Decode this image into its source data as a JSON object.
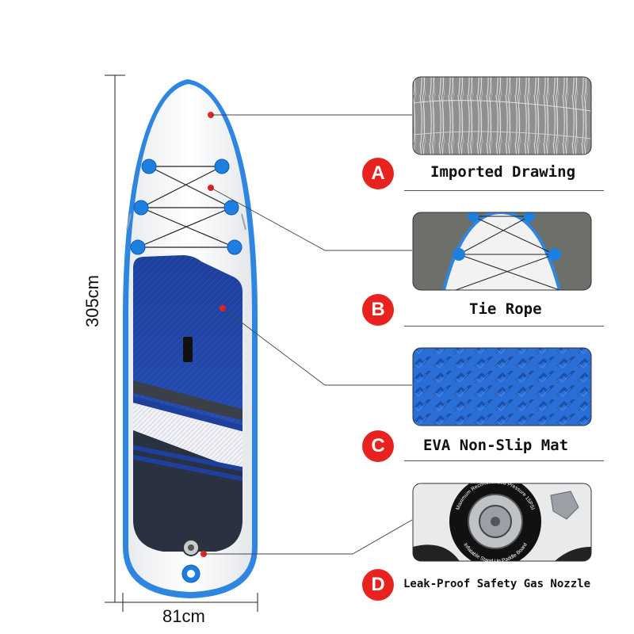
{
  "dimensions": {
    "length": "305cm",
    "width": "81cm"
  },
  "features": [
    {
      "letter": "A",
      "label": "Imported Drawing"
    },
    {
      "letter": "B",
      "label": "Tie Rope"
    },
    {
      "letter": "C",
      "label": "EVA Non-Slip Mat"
    },
    {
      "letter": "D",
      "label": "Leak-Proof Safety Gas Nozzle"
    }
  ],
  "valve_text": {
    "ring_top": "Maximum Recommended Pressure 15PSI",
    "ring_bottom": "Inflatable Stand Up Paddle Board"
  },
  "colors": {
    "accent_red": "#e8231f",
    "board_blue": "#1f4fb0",
    "rail_blue": "#2f86e0"
  }
}
